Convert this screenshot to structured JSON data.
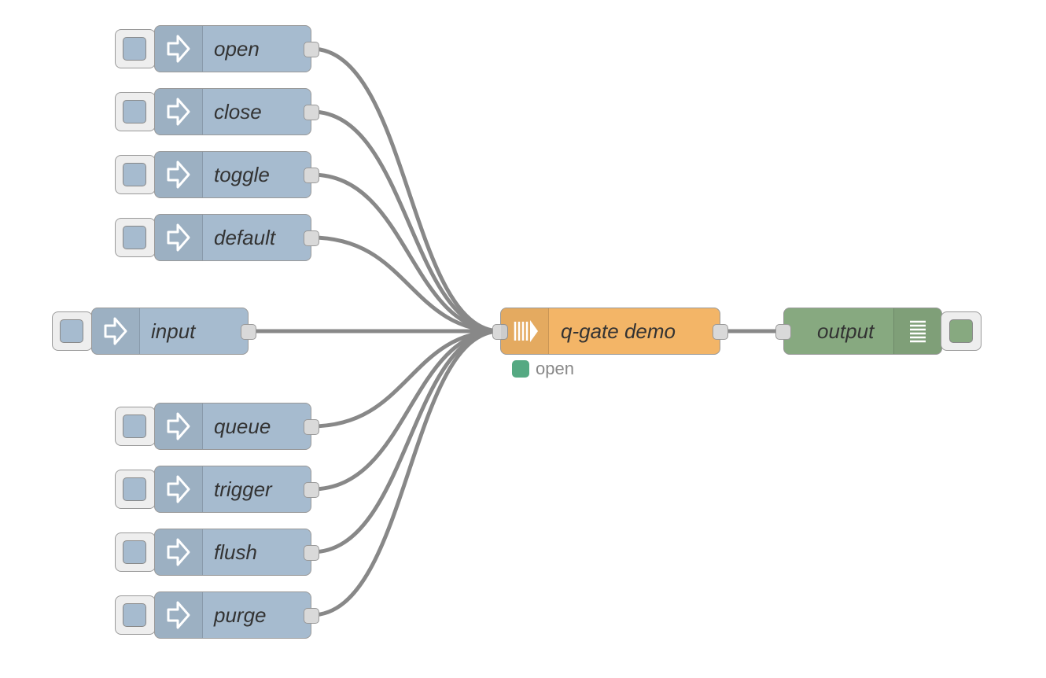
{
  "inject_nodes": [
    {
      "label": "open"
    },
    {
      "label": "close"
    },
    {
      "label": "toggle"
    },
    {
      "label": "default"
    },
    {
      "label": "input"
    },
    {
      "label": "queue"
    },
    {
      "label": "trigger"
    },
    {
      "label": "flush"
    },
    {
      "label": "purge"
    }
  ],
  "gate_node": {
    "label": "q-gate demo",
    "status": {
      "text": "open",
      "color": "#55a982",
      "shape": "dot"
    }
  },
  "debug_node": {
    "label": "output"
  },
  "colors": {
    "inject": "#a6bbcf",
    "gate": "#f3b567",
    "debug": "#87a980",
    "wire": "#888888",
    "status_open": "#55a982"
  },
  "icons": {
    "inject": "arrow-in-icon",
    "gate": "queue-gate-icon",
    "debug": "list-icon"
  }
}
